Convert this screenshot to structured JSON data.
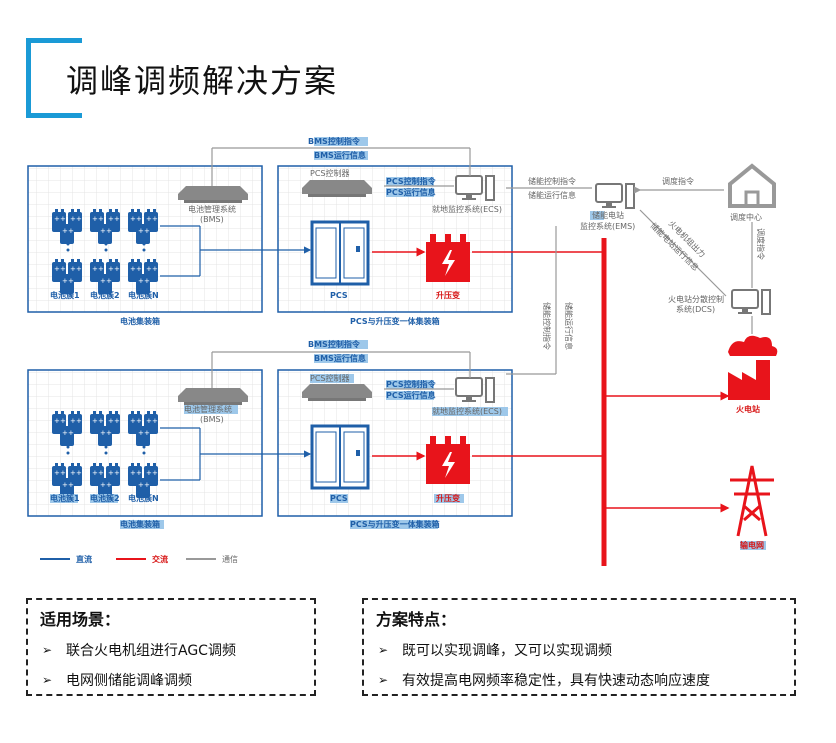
{
  "title": "调峰调频解决方案",
  "colors": {
    "accent": "#1a9ad6",
    "dc": "#1f5fa8",
    "ac": "#e8141b",
    "comm": "#999999"
  },
  "diagram": {
    "top": {
      "battery_container_label": "电池集装箱",
      "pcs_container_label": "PCS与升压变一体集装箱",
      "bms_system": "电池管理系统",
      "bms_system_sub": "(BMS)",
      "pcs_controller": "PCS控制器",
      "ecs": "就地监控系统(ECS)",
      "pcs": "PCS",
      "transformer": "升压变",
      "battery_1": "电池簇1",
      "battery_2": "电池簇2",
      "battery_n": "电池簇N",
      "bms_cmd": "BMS控制指令",
      "bms_info": "BMS运行信息",
      "pcs_cmd": "PCS控制指令",
      "pcs_info": "PCS运行信息"
    },
    "bottom": {
      "battery_container_label": "电池集装箱",
      "pcs_container_label": "PCS与升压变一体集装箱",
      "bms_system": "电池管理系统",
      "bms_system_sub": "(BMS)",
      "pcs_controller": "PCS控制器",
      "ecs": "就地监控系统(ECS)",
      "pcs": "PCS",
      "transformer": "升压变",
      "battery_1": "电池簇1",
      "battery_2": "电池簇2",
      "battery_n": "电池簇N",
      "bms_cmd": "BMS控制指令",
      "bms_info": "BMS运行信息",
      "pcs_cmd": "PCS控制指令",
      "pcs_info": "PCS运行信息"
    },
    "storage_ctrl_cmd": "储能控制指令",
    "storage_run_info": "储能运行信息",
    "ems_line1": "储能电站",
    "ems_line2": "监控系统(EMS)",
    "dispatch_cmd": "调度指令",
    "dispatch_center": "调度中心",
    "dispatch_cmd_vertical": "调度指令",
    "thermal_output": "火电机组出力",
    "storage_info_diag": "储能电站运行信息",
    "dcs_line1": "火电站分散控制",
    "dcs_line2": "系统(DCS)",
    "vertical_storage_ctrl": "储能控制指令",
    "vertical_storage_info": "储能运行信息",
    "thermal_plant": "火电站",
    "grid": "输电网",
    "legend_dc": "直流",
    "legend_ac": "交流",
    "legend_comm": "通信"
  },
  "scenarios": {
    "title": "适用场景：",
    "items": [
      "联合火电机组进行AGC调频",
      "电网侧储能调峰调频"
    ]
  },
  "features": {
    "title": "方案特点：",
    "items": [
      "既可以实现调峰，又可以实现调频",
      "有效提高电网频率稳定性，具有快速动态响应速度"
    ]
  }
}
